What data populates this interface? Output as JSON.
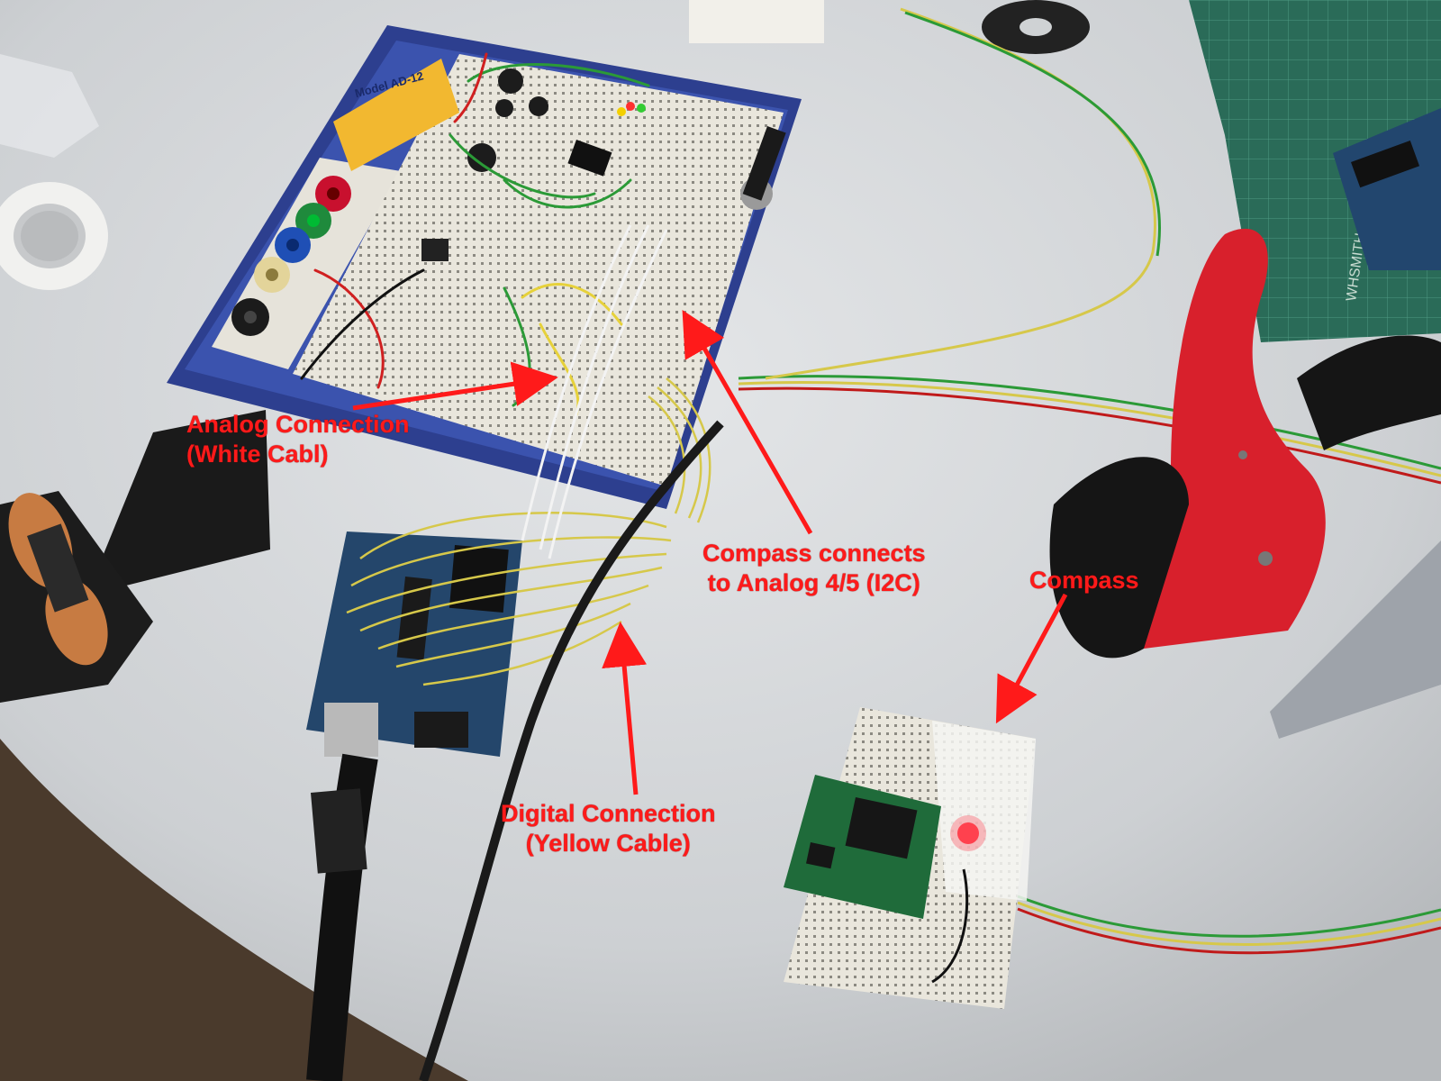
{
  "annotations": [
    {
      "id": "analog",
      "lines": [
        "Analog Connection",
        "(White Cabl)"
      ]
    },
    {
      "id": "compass-connects",
      "lines": [
        "Compass connects",
        "to Analog 4/5 (I2C)"
      ]
    },
    {
      "id": "compass",
      "lines": [
        "Compass"
      ]
    },
    {
      "id": "digital",
      "lines": [
        "Digital Connection",
        "(Yellow Cable)"
      ]
    }
  ],
  "breadboard_label": "Model AD-12",
  "colors": {
    "annotation": "#ff1a1a",
    "table": "#d4d7da",
    "floor": "#4a3a2c",
    "breadboard_base": "#2d3f8f",
    "arduino": "#24466b",
    "compass_pcb": "#1f6b3a",
    "stripper": "#d8202c",
    "cutting_mat": "#2a6b58"
  }
}
